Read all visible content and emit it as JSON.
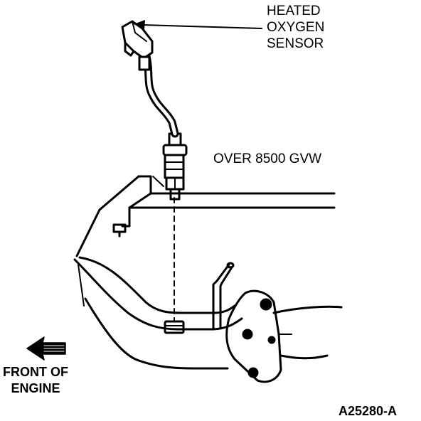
{
  "figure": {
    "callout_sensor": [
      "HEATED",
      "OXYGEN",
      "SENSOR"
    ],
    "callout_rating": "OVER 8500 GVW",
    "callout_direction": [
      "FRONT OF",
      "ENGINE"
    ],
    "figure_id": "A25280-A"
  },
  "colors": {
    "ink": "#000000",
    "paper": "#ffffff"
  },
  "icons": {
    "direction_arrow": "arrow-left-icon"
  }
}
